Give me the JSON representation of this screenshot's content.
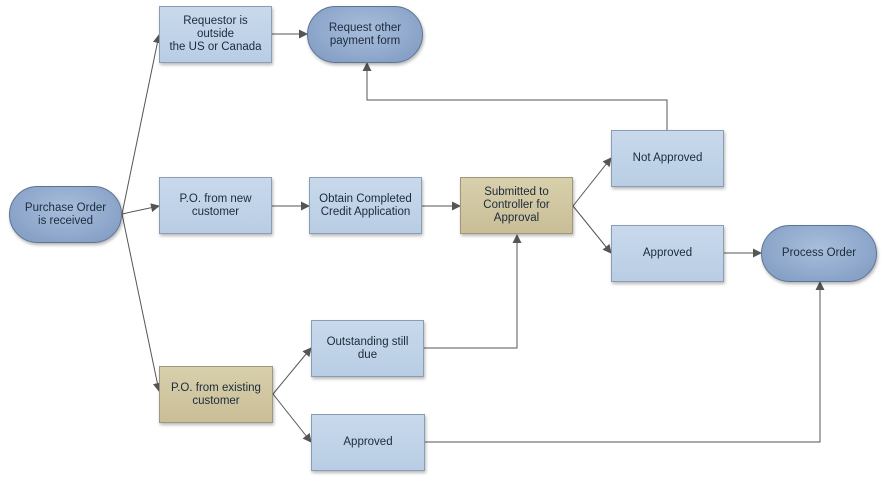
{
  "nodes": {
    "purchase_order": "Purchase Order is received",
    "outside_us": "Requestor is outside\nthe US or Canada",
    "request_payment": "Request other\npayment form",
    "po_new": "P.O. from new\ncustomer",
    "credit_app": "Obtain Completed\nCredit Application",
    "submitted": "Submitted to\nController for\nApproval",
    "not_approved": "Not Approved",
    "approved_upper": "Approved",
    "process_order": "Process Order",
    "outstanding": "Outstanding still due",
    "po_existing": "P.O. from existing\ncustomer",
    "approved_lower": "Approved"
  },
  "colors": {
    "process_fill": "#c3d5ea",
    "decision_fill": "#cfc5a1",
    "terminal_fill": "#8fa9cc",
    "connector": "#555555"
  }
}
